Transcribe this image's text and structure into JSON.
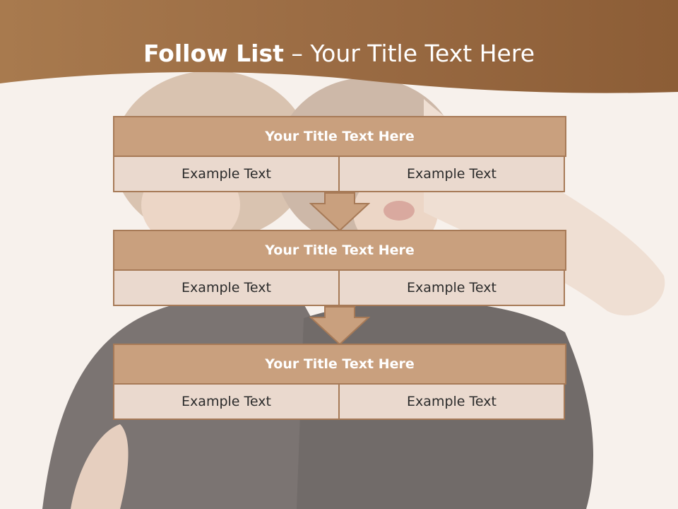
{
  "slide": {
    "title_main": "Follow List",
    "title_separator": " – ",
    "title_rest": "Your Title Text Here"
  },
  "blocks": [
    {
      "title": "Your Title Text Here",
      "left": "Example Text",
      "right": "Example Text"
    },
    {
      "title": "Your Title Text Here",
      "left": "Example Text",
      "right": "Example Text"
    },
    {
      "title": "Your Title Text Here",
      "left": "Example Text",
      "right": "Example Text"
    }
  ],
  "colors": {
    "header": "#a87a4e",
    "block_title_fill": "#c9a07e",
    "block_border": "#a77a57",
    "cell_fill": "#ead9ce",
    "arrow_fill": "#c9a07e"
  }
}
